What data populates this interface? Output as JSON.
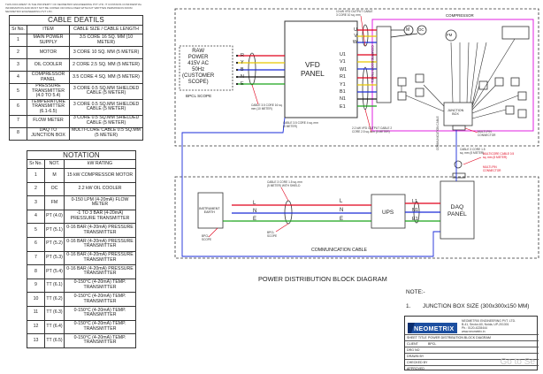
{
  "notice": "THIS DOCUMENT IS THE PROPERTY OF NEOMETRIX ENGINEERING PVT LTD. IT CONTAINS CONFIDENTIAL INFORMATION AND MUST NOT BE COPIED OR DISCLOSED WITHOUT WRITTEN PERMISSION FROM NEOMETRIX ENGINEERING PVT LTD.",
  "cable_table": {
    "title": "CABLE DEATILS",
    "headers": [
      "Sr No.",
      "ITEM",
      "CABLE SIZE / CABLE LENGTH"
    ],
    "rows": [
      [
        "1",
        "MAIN POWER SUPPLY",
        "3.5 CORE 16 SQ. MM (10 METER)"
      ],
      [
        "2",
        "MOTOR",
        "3 CORE 10 SQ. MM (5 METER)"
      ],
      [
        "3",
        "OIL COOLER",
        "2 CORE 2.5 SQ. MM (5 METER)"
      ],
      [
        "4",
        "COMPRESSOR PANEL",
        "3.5 CORE 4 SQ. MM (5 METER)"
      ],
      [
        "5",
        "PRESSURE TRANSMITTER (4.0 TO 5.4)",
        "3 CORE 0.5 SQ.MM SHIELDED CABLE (5 METER)"
      ],
      [
        "6",
        "TEMPERATURE TRANSMITTER (6.1-6.5)",
        "3 CORE 0.5 SQ.MM SHIELDED CABLE (5 METER)"
      ],
      [
        "7",
        "FLOW METER",
        "3 CORE 0.5 SQ.MM SHIELDED CABLE (5 METER)"
      ],
      [
        "8",
        "DAQ TO JUNCTION BOX",
        "MULTI-CORE CABLE 0.5 SQ.MM (5 METER)"
      ]
    ]
  },
  "notation_table": {
    "title": "NOTATION",
    "headers": [
      "Sr No.",
      "NOT.",
      "kW RATING"
    ],
    "rows": [
      [
        "1",
        "M",
        "15 kW COMPRESSOR MOTOR"
      ],
      [
        "2",
        "OC",
        "2.2 kW OIL COOLER"
      ],
      [
        "3",
        "FM",
        "0-150 LPM (4-20mA) FLOW METER"
      ],
      [
        "4",
        "PT (4.0)",
        "-1 TO 3 BAR (4-20mA) PRESSURE TRANSMITTER"
      ],
      [
        "5",
        "PT (5.1)",
        "0-16 BAR (4-20mA) PRESSURE TRANSMITTER"
      ],
      [
        "6",
        "PT (5.2)",
        "0-16 BAR (4-20mA) PRESSURE TRANSMITTER"
      ],
      [
        "7",
        "PT (5.3)",
        "0-16 BAR (4-20mA) PRESSURE TRANSMITTER"
      ],
      [
        "8",
        "PT (5.4)",
        "0-16 BAR (4-20mA) PRESSURE TRANSMITTER"
      ],
      [
        "9",
        "TT (6.1)",
        "0-150°C (4-20mA) TEMP. TRANSMITTER"
      ],
      [
        "10",
        "TT (6.2)",
        "0-150°C (4-20mA) TEMP. TRANSMITTER"
      ],
      [
        "11",
        "TT (6.3)",
        "0-150°C (4-20mA) TEMP. TRANSMITTER"
      ],
      [
        "12",
        "TT (6.4)",
        "0-150°C (4-20mA) TEMP. TRANSMITTER"
      ],
      [
        "13",
        "TT (6.5)",
        "0-150°C (4-20mA) TEMP. TRANSMITTER"
      ]
    ]
  },
  "diagram": {
    "raw_power": [
      "RAW",
      "POWER",
      "415V AC",
      "50Hz",
      "(CUSTOMER",
      "SCOPE)"
    ],
    "raw_terminals": [
      "R",
      "Y",
      "B",
      "N",
      "E"
    ],
    "bpcl_scope": "BPCL SCOPE",
    "vfd_panel": [
      "VFD",
      "PANEL"
    ],
    "vfd_out_terminals": [
      "U",
      "V",
      "W"
    ],
    "vfd_in_terminals": [
      "U1",
      "V1",
      "W1",
      "R1",
      "Y1",
      "B1",
      "N1",
      "E1"
    ],
    "compressor": "COMPRESSOR",
    "compressor_panel": "COMPRESSOR PANEL",
    "motor": "M",
    "oil_cooler": "OC",
    "flow_meter": "FM",
    "junction_box": [
      "JUNCTION",
      "BOX"
    ],
    "instrument_earth": [
      "INSTRUMENT",
      "EARTH"
    ],
    "ups": "UPS",
    "daq_panel": [
      "DAQ",
      "PANEL"
    ],
    "lne": [
      "L",
      "N",
      "E"
    ],
    "ups_out": [
      "L1",
      "N1",
      "E1"
    ],
    "communication_cable": "COMMUNICATION CABLE",
    "cable_note_1": "CABLE 3.5 CORE 16 sq. mm (10 METER)",
    "cable_note_2": "CABLE 3.5 CORE 4 sq. mm (5 METER)",
    "cable_note_3": "10 kW VFD OUTPUT CABLE 3 CORE 10 sq. mm",
    "cable_note_4": "2.2 kW VFD OUTPUT CABLE 2 CORE 2.5 sq. mm (5 METER)",
    "cable_note_5": "CABLE 3 CORE 1.5 sq. mm (5 METER) WITH SHIELD",
    "cable_note_6": "MULTI-PIN CONNECTOR",
    "cable_note_7": "MULTICORE CABLE 0.5 sq. mm (5 METER)",
    "cable_note_8": "MULTI-PIN CONNECTOR",
    "cable_note_9": "CABLE 3 CORE 1.5 sq. mm (5 METER)",
    "bpcl_scope_2": "BPCL SCOPE",
    "bpcl_scope_3": "BPCL SCOPE",
    "comm_vertical": "COMMUNICATION CABLE",
    "main_title": "POWER DISTRIBUTION BLOCK DIAGRAM",
    "note_heading": "NOTE:-",
    "note_1_num": "1.",
    "note_1": "JUNCTION BOX SIZE (300x300x150 MM)"
  },
  "title_block": {
    "logo": "NEOMETRIX",
    "company": [
      "NEOMETRIX ENGINEERING PVT. LTD.",
      "B-41, Sector-60, Noida, UP-201301",
      "Ph.: 0120-4228444",
      "www.neometrix.in"
    ],
    "rows": [
      {
        "key": "SHEET TITLE",
        "value": "POWER DISTRIBUTION BLOCK DIAGRAM"
      },
      {
        "key": "CLIENT",
        "value": "BPCL"
      },
      {
        "key": "DRG NO",
        "value": ""
      },
      {
        "key": "DRAWN BY",
        "value": ""
      },
      {
        "key": "CHECKED BY",
        "value": ""
      },
      {
        "key": "APPROVED",
        "value": ""
      }
    ],
    "watermark": "Go to Se"
  },
  "colors": {
    "line": "#1a1a1a",
    "red": "#e0001b",
    "yellow": "#e8c800",
    "blue": "#1a2bd8",
    "green": "#1aa41a",
    "magenta": "#e020e0",
    "dash": "#333333",
    "logo_blue": "#1d4fa0"
  }
}
